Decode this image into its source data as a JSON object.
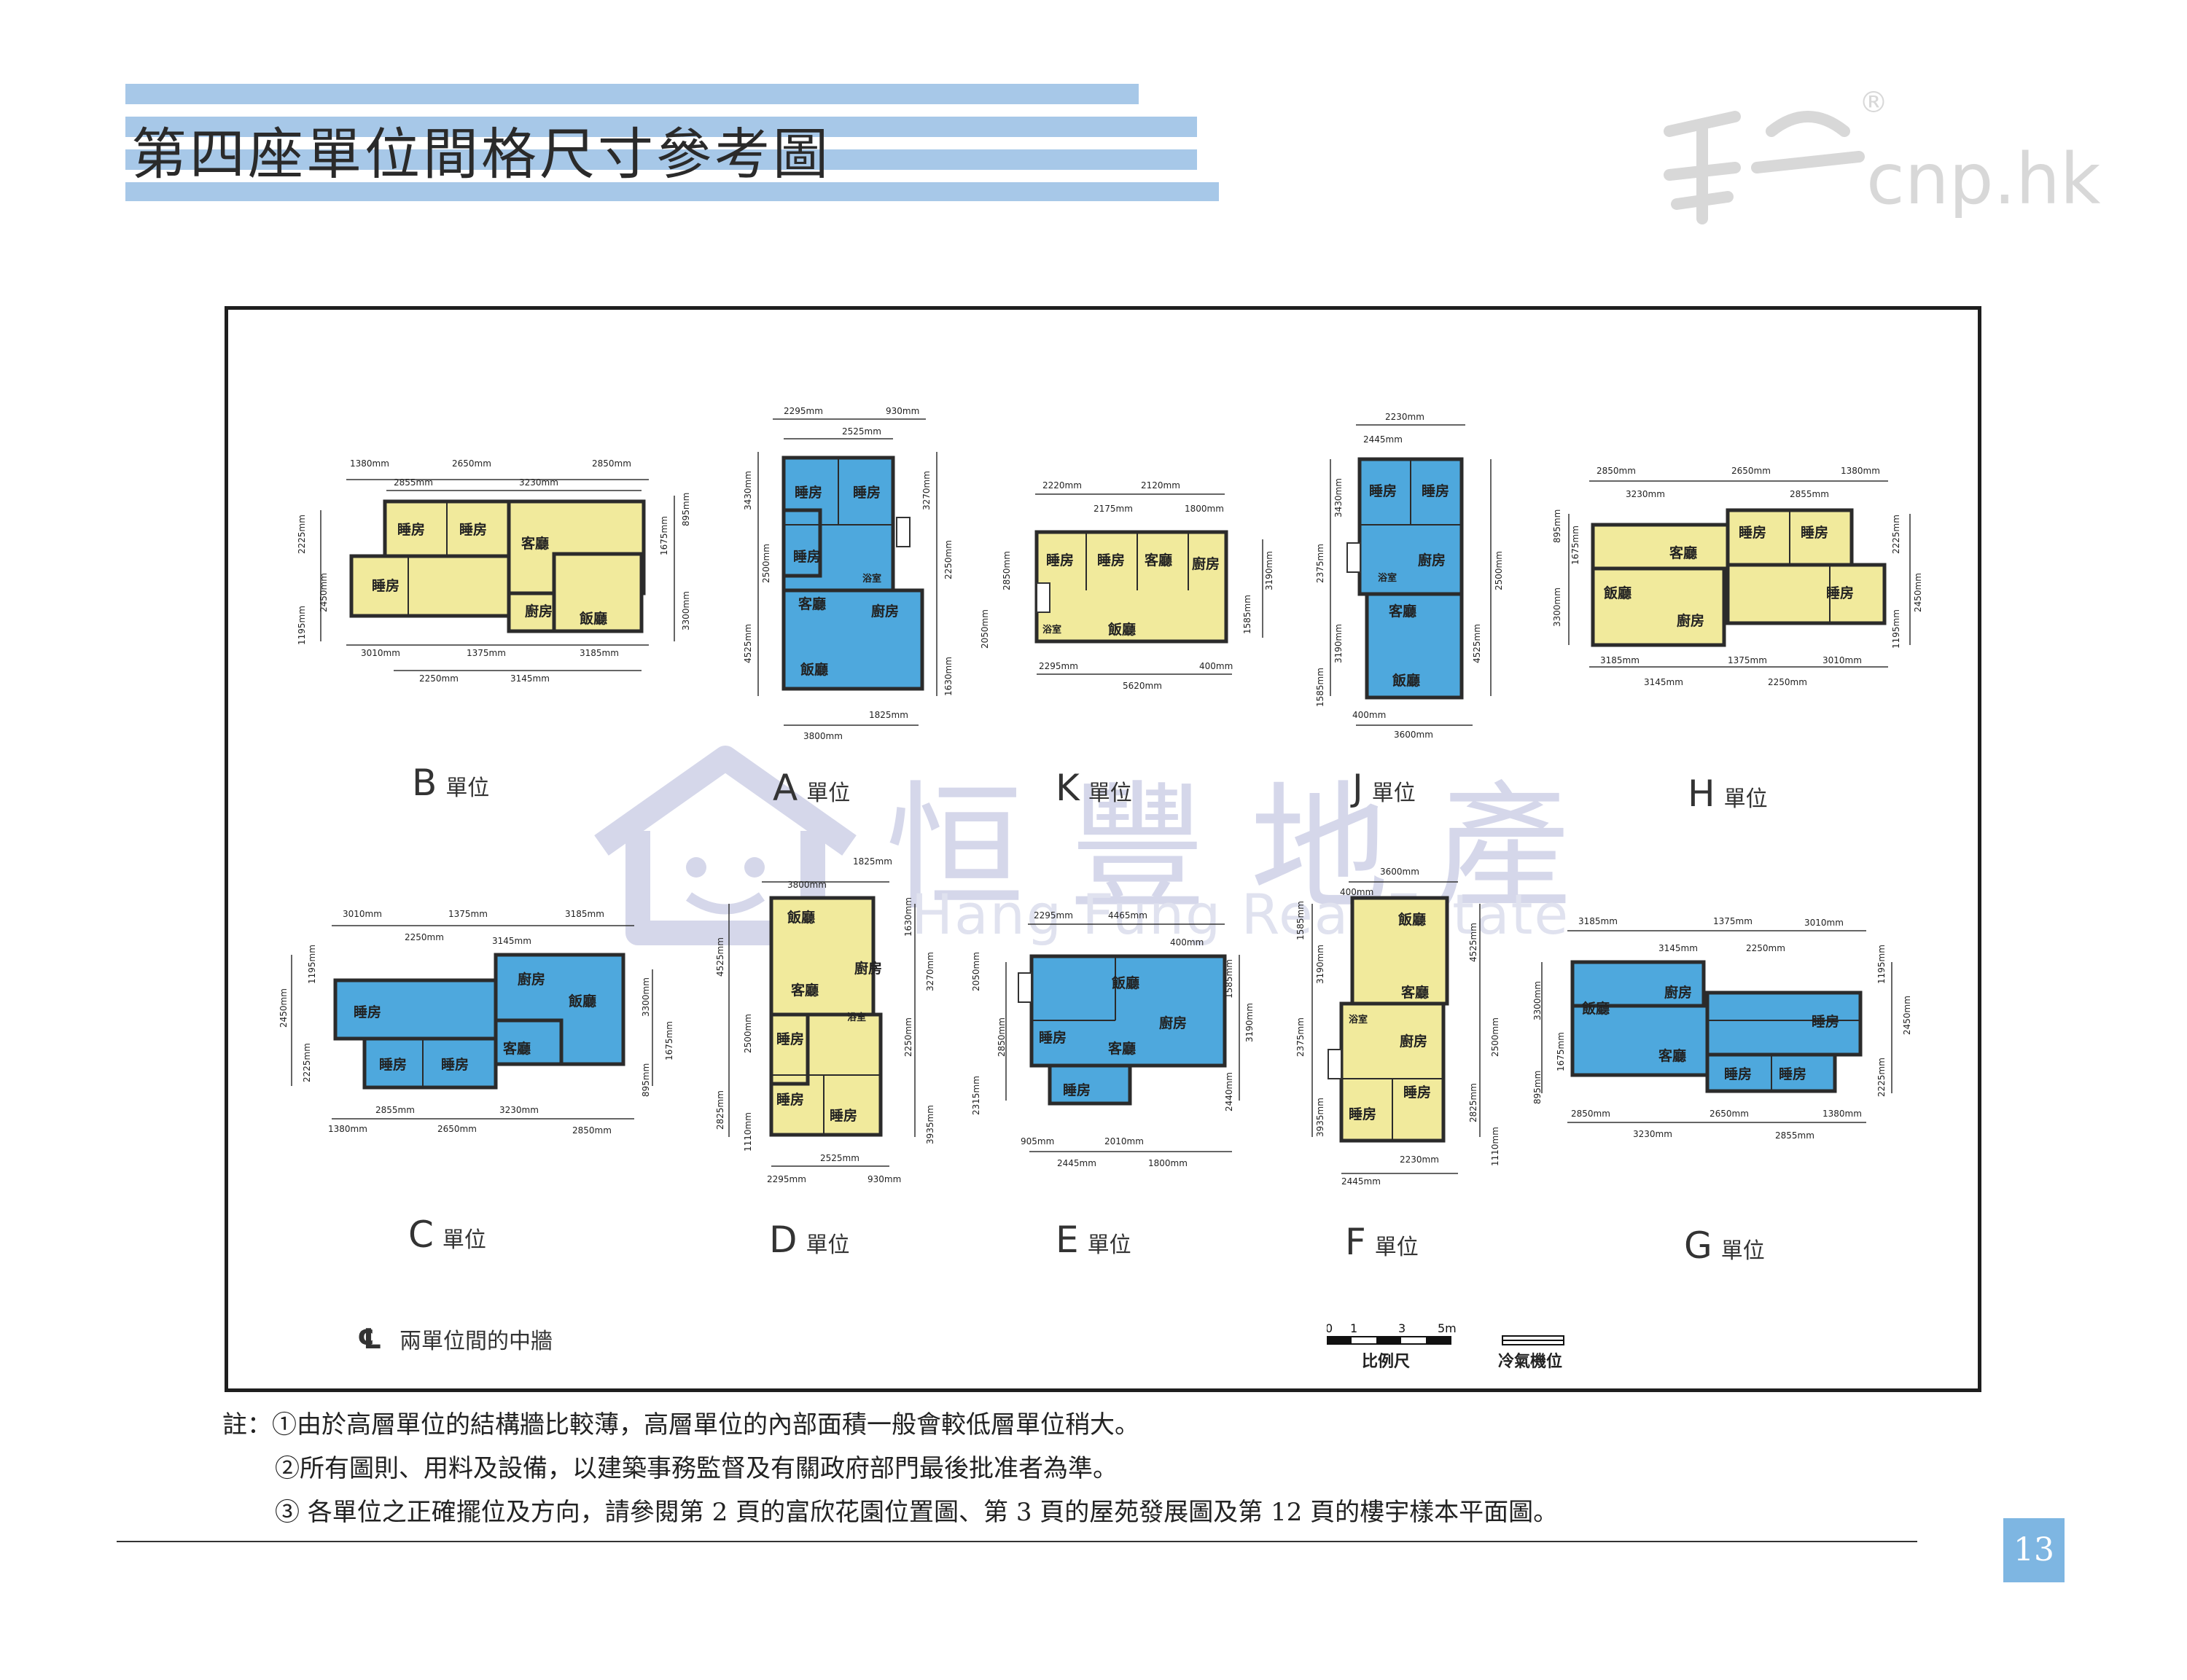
{
  "page": {
    "title": "第四座單位間格尺寸參考圖",
    "logo": {
      "brand": "cnp.hk",
      "registered": "®"
    },
    "watermark": {
      "chinese": "恒豐地產",
      "english": "Hang Fung Real Estate"
    },
    "page_number": "13"
  },
  "units": {
    "B": {
      "letter": "B",
      "suffix": "單位"
    },
    "A": {
      "letter": "A",
      "suffix": "單位"
    },
    "K": {
      "letter": "K",
      "suffix": "單位"
    },
    "J": {
      "letter": "J",
      "suffix": "單位"
    },
    "H": {
      "letter": "H",
      "suffix": "單位"
    },
    "C": {
      "letter": "C",
      "suffix": "單位"
    },
    "D": {
      "letter": "D",
      "suffix": "單位"
    },
    "E": {
      "letter": "E",
      "suffix": "單位"
    },
    "F": {
      "letter": "F",
      "suffix": "單位"
    },
    "G": {
      "letter": "G",
      "suffix": "單位"
    }
  },
  "rooms": {
    "bedroom": "睡房",
    "living": "客廳",
    "dining": "飯廳",
    "kitchen": "廚房",
    "bath": "浴室"
  },
  "dims": {
    "b": [
      "1380mm",
      "2650mm",
      "2850mm",
      "2855mm",
      "3230mm",
      "3010mm",
      "1375mm",
      "3185mm",
      "2250mm",
      "3145mm",
      "2225mm",
      "2450mm",
      "1195mm",
      "1675mm",
      "895mm",
      "3300mm"
    ],
    "a": [
      "2295mm",
      "930mm",
      "2525mm",
      "3430mm",
      "2500mm",
      "4525mm",
      "2250mm",
      "3270mm",
      "1630mm",
      "1825mm",
      "3800mm"
    ],
    "k": [
      "2220mm",
      "2120mm",
      "2175mm",
      "1800mm",
      "2850mm",
      "2050mm",
      "3190mm",
      "1585mm",
      "2295mm",
      "400mm",
      "5620mm"
    ],
    "j": [
      "2230mm",
      "2445mm",
      "3430mm",
      "2375mm",
      "3190mm",
      "1585mm",
      "2500mm",
      "4525mm",
      "400mm",
      "3600mm"
    ],
    "h": [
      "2850mm",
      "2650mm",
      "1380mm",
      "3230mm",
      "2855mm",
      "895mm",
      "1675mm",
      "3300mm",
      "2225mm",
      "2450mm",
      "1195mm",
      "3185mm",
      "1375mm",
      "3010mm",
      "3145mm",
      "2250mm"
    ],
    "c": [
      "3010mm",
      "1375mm",
      "3185mm",
      "2250mm",
      "3145mm",
      "1195mm",
      "2450mm",
      "2225mm",
      "3300mm",
      "1675mm",
      "895mm",
      "2855mm",
      "3230mm",
      "1380mm",
      "2650mm",
      "2850mm"
    ],
    "d": [
      "1825mm",
      "3800mm",
      "4525mm",
      "2500mm",
      "2825mm",
      "1110mm",
      "1630mm",
      "3270mm",
      "2250mm",
      "3935mm",
      "2525mm",
      "2295mm",
      "930mm"
    ],
    "e": [
      "2295mm",
      "4465mm",
      "400mm",
      "2050mm",
      "2850mm",
      "2315mm",
      "1585mm",
      "3190mm",
      "2440mm",
      "905mm",
      "2010mm",
      "2445mm",
      "1800mm"
    ],
    "f": [
      "3600mm",
      "400mm",
      "1585mm",
      "3190mm",
      "2375mm",
      "3935mm",
      "4525mm",
      "2500mm",
      "2825mm",
      "1110mm",
      "2230mm",
      "2445mm"
    ],
    "g": [
      "3185mm",
      "1375mm",
      "3010mm",
      "3145mm",
      "2250mm",
      "3300mm",
      "1675mm",
      "895mm",
      "1195mm",
      "2450mm",
      "2225mm",
      "2850mm",
      "2650mm",
      "1380mm",
      "3230mm",
      "2855mm"
    ]
  },
  "legend": {
    "cl_symbol": "℄",
    "cl_text": "兩單位間的中牆",
    "scale_label": "比例尺",
    "scale_ticks": [
      "0",
      "1",
      "3",
      "5m"
    ],
    "ac_label": "冷氣機位"
  },
  "notes": [
    "註：①由於高層單位的結構牆比較薄，高層單位的內部面積一般會較低層單位稍大。",
    "②所有圖則、用料及設備，以建築事務監督及有關政府部門最後批准者為準。",
    "③ 各單位之正確擺位及方向，請參閱第 2 頁的富欣花園位置圖、第 3 頁的屋苑發展圖及第 12 頁的樓宇樣本平面圖。"
  ],
  "colors": {
    "yellow": "#f1ea9c",
    "blue": "#4ea8dd",
    "stripe": "#a7c8e8",
    "wall": "#2b2b2b",
    "page_badge": "#7eb6e2"
  }
}
